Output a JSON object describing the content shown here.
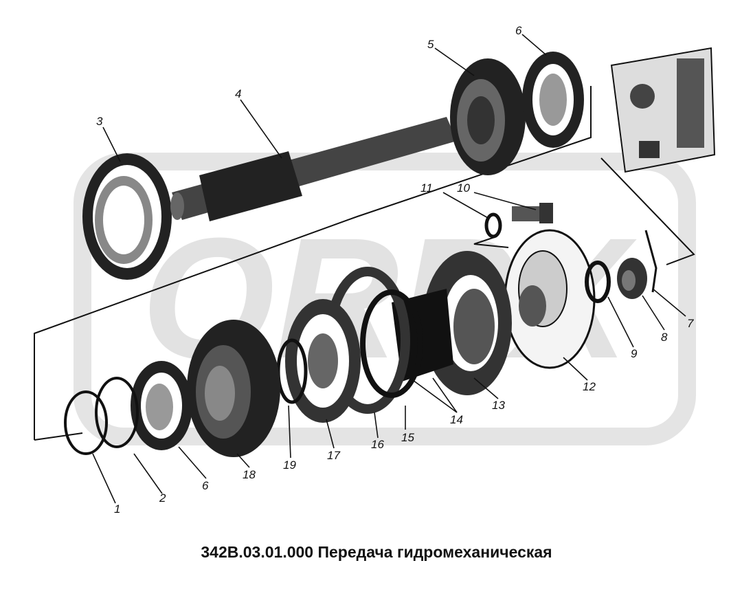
{
  "caption": "342В.03.01.000 Передача гидромеханическая",
  "watermark": {
    "text": "ORPX"
  },
  "callouts": [
    "1",
    "2",
    "3",
    "4",
    "5",
    "6",
    "6",
    "7",
    "8",
    "9",
    "10",
    "11",
    "12",
    "13",
    "14",
    "15",
    "16",
    "17",
    "18",
    "19"
  ],
  "colors": {
    "ink": "#111111",
    "watermark": "#e2e2e2",
    "background": "#ffffff"
  }
}
